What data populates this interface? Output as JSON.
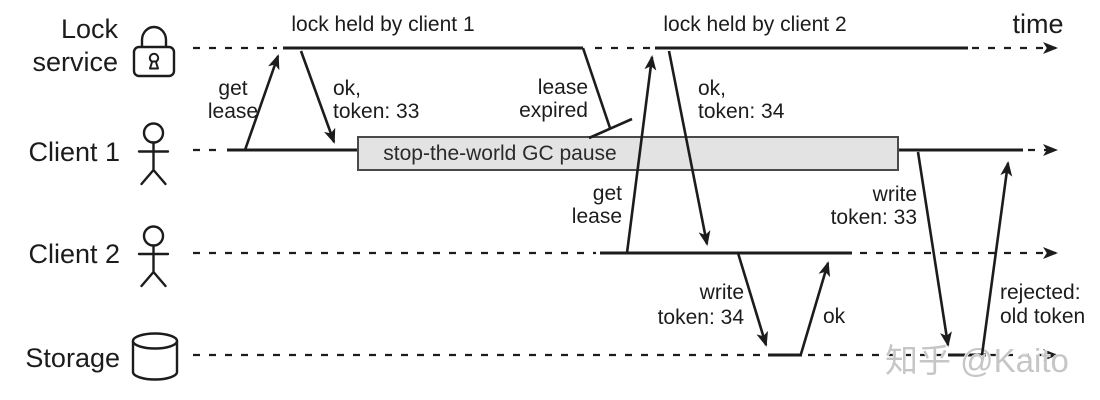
{
  "actors": {
    "lock_service": {
      "line1": "Lock",
      "line2": "service",
      "icon": "padlock-icon"
    },
    "client1": {
      "label": "Client 1",
      "icon": "person-icon"
    },
    "client2": {
      "label": "Client 2",
      "icon": "person-icon"
    },
    "storage": {
      "label": "Storage",
      "icon": "database-cylinder-icon"
    }
  },
  "spans": {
    "lock_held_1": "lock held by client 1",
    "lock_held_2": "lock held by client 2",
    "gc_pause": "stop-the-world GC pause"
  },
  "messages": {
    "get_lease_1": {
      "line1": "get",
      "line2": "lease"
    },
    "ok_token_33": {
      "line1": "ok,",
      "line2": "token: 33"
    },
    "lease_expired": {
      "line1": "lease",
      "line2": "expired"
    },
    "get_lease_2": {
      "line1": "get",
      "line2": "lease"
    },
    "ok_token_34": {
      "line1": "ok,",
      "line2": "token: 34"
    },
    "write_token_34": {
      "line1": "write",
      "line2": "token: 34"
    },
    "storage_ok": "ok",
    "write_token_33": {
      "line1": "write",
      "line2": "token: 33"
    },
    "rejected_old_token": {
      "line1": "rejected:",
      "line2": "old token"
    }
  },
  "axis": {
    "time_label": "time"
  },
  "watermark": {
    "text": "知乎 @Kaito",
    "color": "#c6c6c6"
  },
  "colors": {
    "line": "#1c1c1c",
    "gc_fill": "#e3e3e3",
    "gc_border": "#4a4a4a",
    "background": "#ffffff",
    "watermark": "#c6c6c6"
  }
}
